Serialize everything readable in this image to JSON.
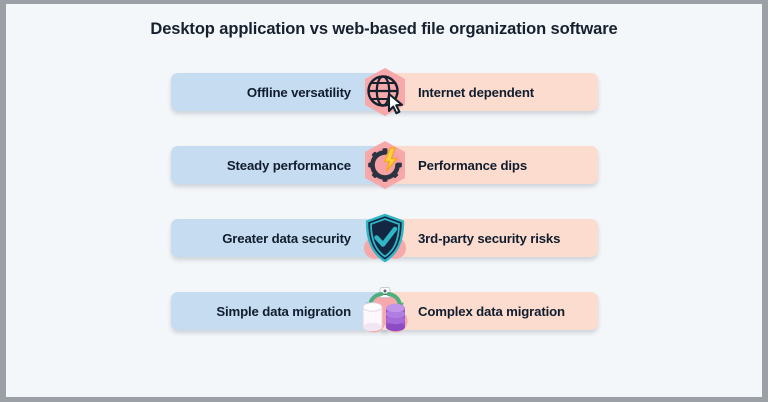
{
  "page": {
    "title": "Desktop application vs web-based file organization software",
    "background_color": "#f4f7f9",
    "frame_color": "#9aa0a6",
    "left_color": "#c6dcf0",
    "right_color": "#fbdcce",
    "text_color": "#101d2e",
    "badge_color": "#f6a8ab"
  },
  "rows": [
    {
      "left_label": "Offline versatility",
      "right_label": "Internet dependent",
      "icon": "globe-cursor-icon"
    },
    {
      "left_label": "Steady performance",
      "right_label": "Performance dips",
      "icon": "gear-lightning-icon"
    },
    {
      "left_label": "Greater data security",
      "right_label": "3rd-party security risks",
      "icon": "shield-check-icon"
    },
    {
      "left_label": "Simple data migration",
      "right_label": "Complex data migration",
      "icon": "database-migration-icon"
    }
  ]
}
